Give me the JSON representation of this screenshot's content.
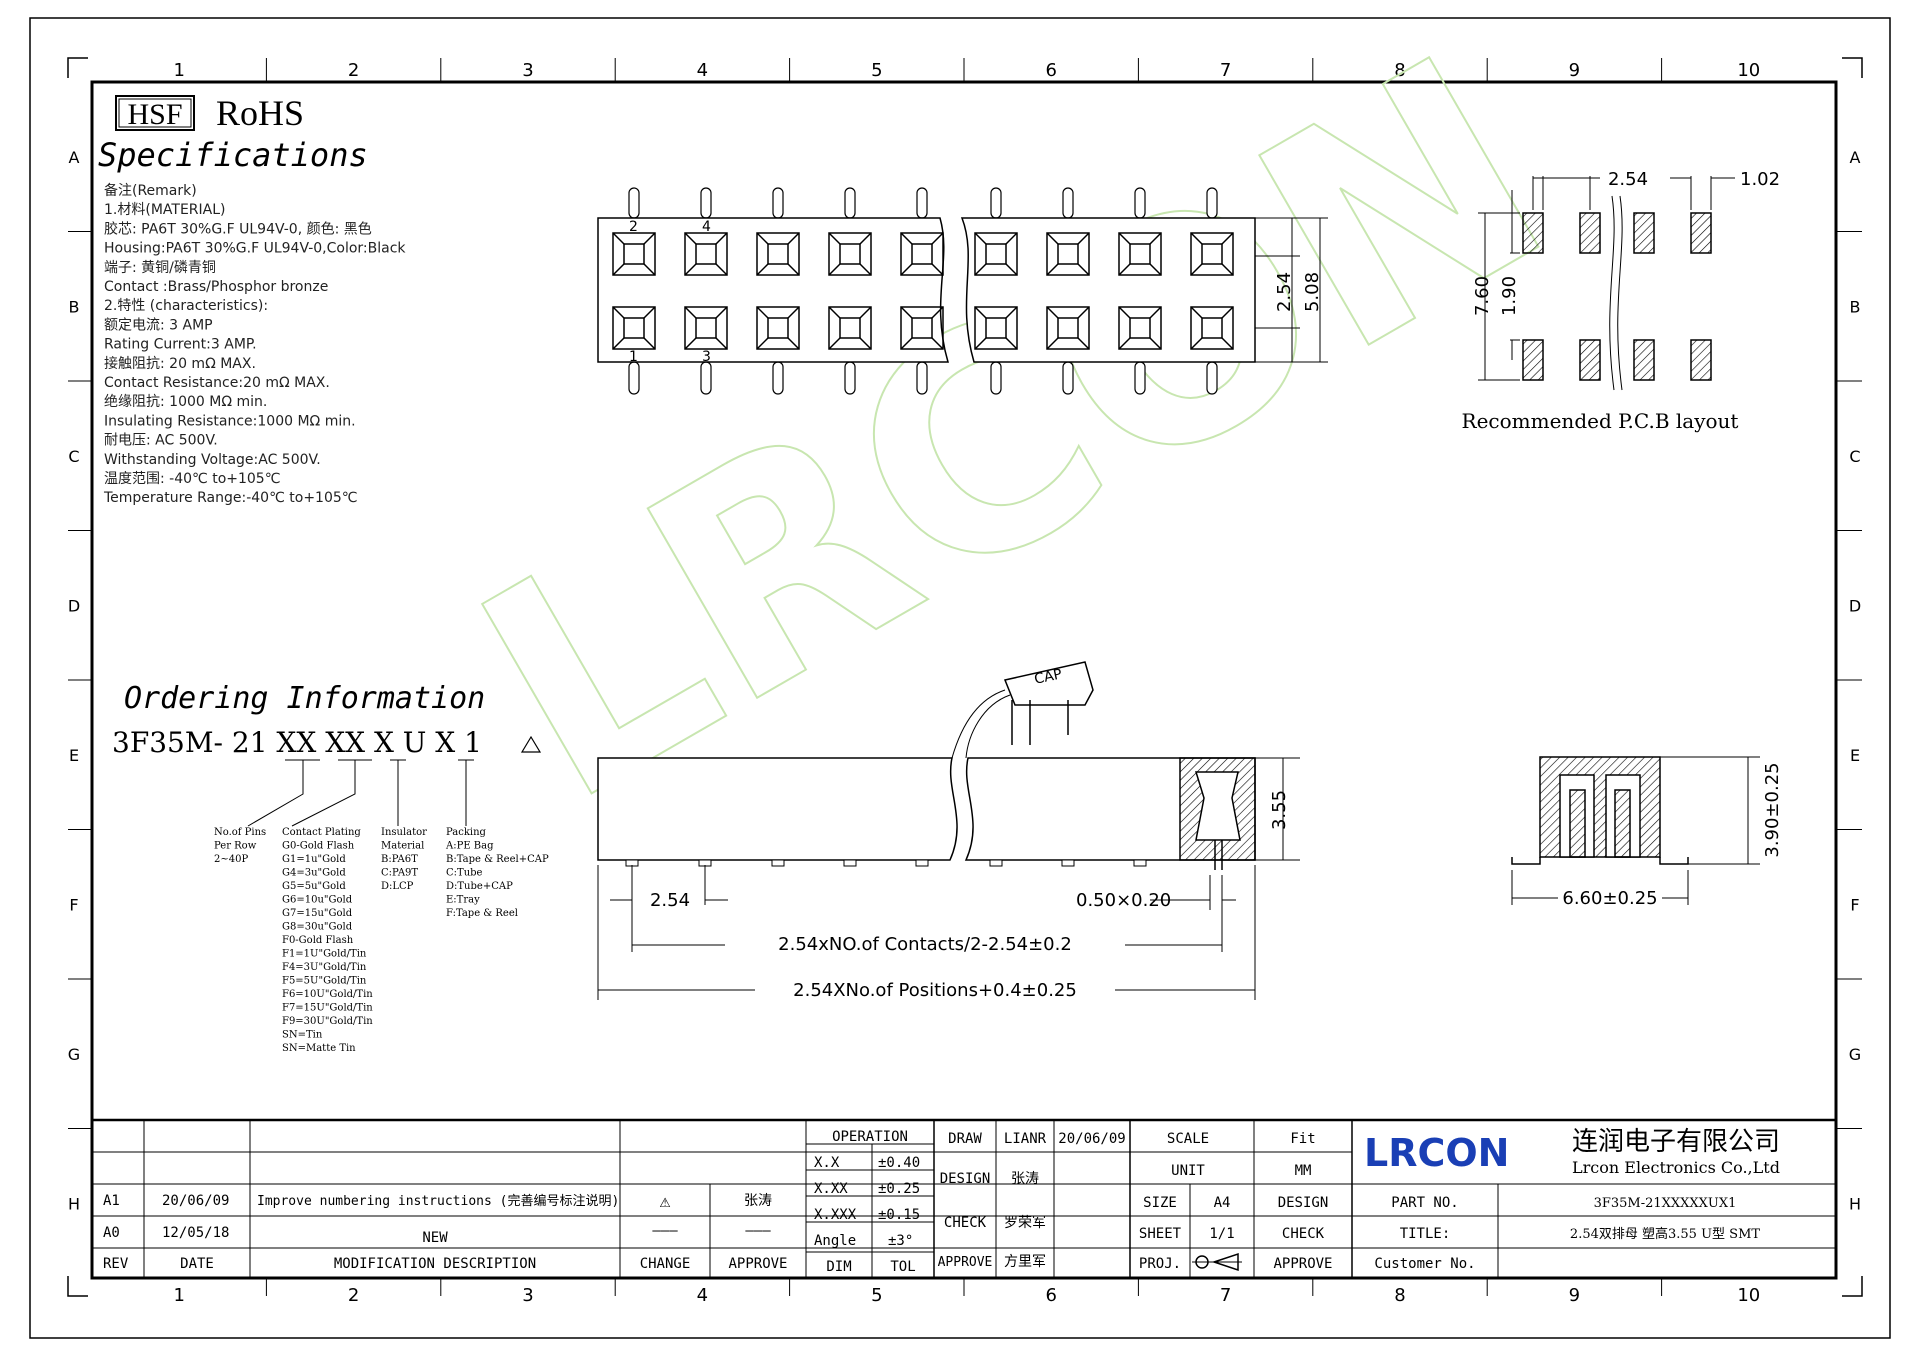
{
  "columns": [
    "1",
    "2",
    "3",
    "4",
    "5",
    "6",
    "7",
    "8",
    "9",
    "10"
  ],
  "rows": [
    "A",
    "B",
    "C",
    "D",
    "E",
    "F",
    "G",
    "H"
  ],
  "header": {
    "hsf": "HSF",
    "rohs": "RoHS",
    "title": "Specifications"
  },
  "specs": [
    "备注(Remark)",
    "1.材料(MATERIAL)",
    "胶芯: PA6T 30%G.F UL94V-0, 颜色: 黑色",
    "Housing:PA6T 30%G.F UL94V-0,Color:Black",
    "端子: 黄铜/磷青铜",
    "Contact :Brass/Phosphor bronze",
    "2.特性 (characteristics):",
    "额定电流: 3 AMP",
    "Rating Current:3 AMP.",
    "接触阻抗: 20 mΩ MAX.",
    "Contact Resistance:20 mΩ MAX.",
    "绝缘阻抗: 1000 MΩ min.",
    "Insulating Resistance:1000 MΩ min.",
    "耐电压: AC 500V.",
    "Withstanding Voltage:AC 500V.",
    "温度范围: -40℃ to+105℃",
    "Temperature Range:-40℃ to+105℃"
  ],
  "top_view": {
    "pin_labels": [
      "2",
      "4",
      "1",
      "3"
    ],
    "dim_pitch": "2.54",
    "dim_width": "5.08"
  },
  "pcb": {
    "dim_pitch": "2.54",
    "dim_pad": "1.02",
    "dim_span": "7.60",
    "dim_pad_len": "1.90",
    "caption": "Recommended P.C.B layout"
  },
  "ordering": {
    "title": "Ordering Information",
    "code": "3F35M- 21 XX XX X U X 1",
    "legend_pins": [
      "No.of Pins",
      "Per Row",
      "2~40P"
    ],
    "legend_plating": [
      "Contact Plating",
      "G0-Gold Flash",
      "G1=1u\"Gold",
      "G4=3u\"Gold",
      "G5=5u\"Gold",
      "G6=10u\"Gold",
      "G7=15u\"Gold",
      "G8=30u\"Gold",
      "F0-Gold Flash",
      "F1=1U\"Gold/Tin",
      "F4=3U\"Gold/Tin",
      "F5=5U\"Gold/Tin",
      "F6=10U\"Gold/Tin",
      "F7=15U\"Gold/Tin",
      "F9=30U\"Gold/Tin",
      "SN=Tin",
      "SN=Matte Tin"
    ],
    "legend_insulator": [
      "Insulator",
      "Material",
      "B:PA6T",
      "C:PA9T",
      "D:LCP"
    ],
    "legend_packing": [
      "Packing",
      "A:PE Bag",
      "B:Tape & Reel+CAP",
      "C:Tube",
      "D:Tube+CAP",
      "E:Tray",
      "F:Tape & Reel"
    ]
  },
  "side_view": {
    "cap": "CAP",
    "dim_height": "3.55",
    "dim_pitch": "2.54",
    "dim_pin": "0.50×0.20",
    "dim_contacts": "2.54xNO.of Contacts/2-2.54±0.2",
    "dim_positions": "2.54XNo.of Positions+0.4±0.25"
  },
  "end_view": {
    "dim_height": "3.90±0.25",
    "dim_width": "6.60±0.25"
  },
  "watermark": "LRCON",
  "title_block": {
    "revisions": [
      {
        "rev": "A1",
        "date": "20/06/09",
        "desc": "Improve numbering instructions (完善编号标注说明)",
        "change": "⚠",
        "approve": "张涛"
      },
      {
        "rev": "A0",
        "date": "12/05/18",
        "desc": "NEW",
        "change": "———",
        "approve": "———"
      }
    ],
    "rev_header": {
      "rev": "REV",
      "date": "DATE",
      "desc": "MODIFICATION DESCRIPTION",
      "change": "CHANGE",
      "approve": "APPROVE"
    },
    "operation": "OPERATION",
    "tolerances": [
      [
        "X.X",
        "±0.40"
      ],
      [
        "X.XX",
        "±0.25"
      ],
      [
        "X.XXX",
        "±0.15"
      ],
      [
        "Angle",
        "±3°"
      ]
    ],
    "dim_tol": [
      "DIM",
      "TOL"
    ],
    "draw": "DRAW",
    "draw_name": "LIANR",
    "draw_date": "20/06/09",
    "design": "DESIGN",
    "design_name": "张涛",
    "check": "CHECK",
    "check_name": "罗荣军",
    "approve_lbl": "APPROVE",
    "approve_name": "方里军",
    "scale": "SCALE",
    "scale_val": "Fit",
    "unit": "UNIT",
    "unit_val": "MM",
    "size": "SIZE",
    "size_val": "A4",
    "design2": "DESIGN",
    "sheet": "SHEET",
    "sheet_val": "1/1",
    "check2": "CHECK",
    "proj": "PROJ.",
    "approve2": "APPROVE",
    "logo": "LRCON",
    "company_cn": "连润电子有限公司",
    "company_en": "Lrcon Electronics Co.,Ltd",
    "part_no_lbl": "PART NO.",
    "part_no": "3F35M-21XXXXXUX1",
    "title_lbl": "TITLE:",
    "title_val": "2.54双排母 塑高3.55 U型 SMT",
    "customer_lbl": "Customer No."
  },
  "colors": {
    "line": "#000000",
    "watermark": "#c8e6b0",
    "logo": "#1a3fb5"
  }
}
